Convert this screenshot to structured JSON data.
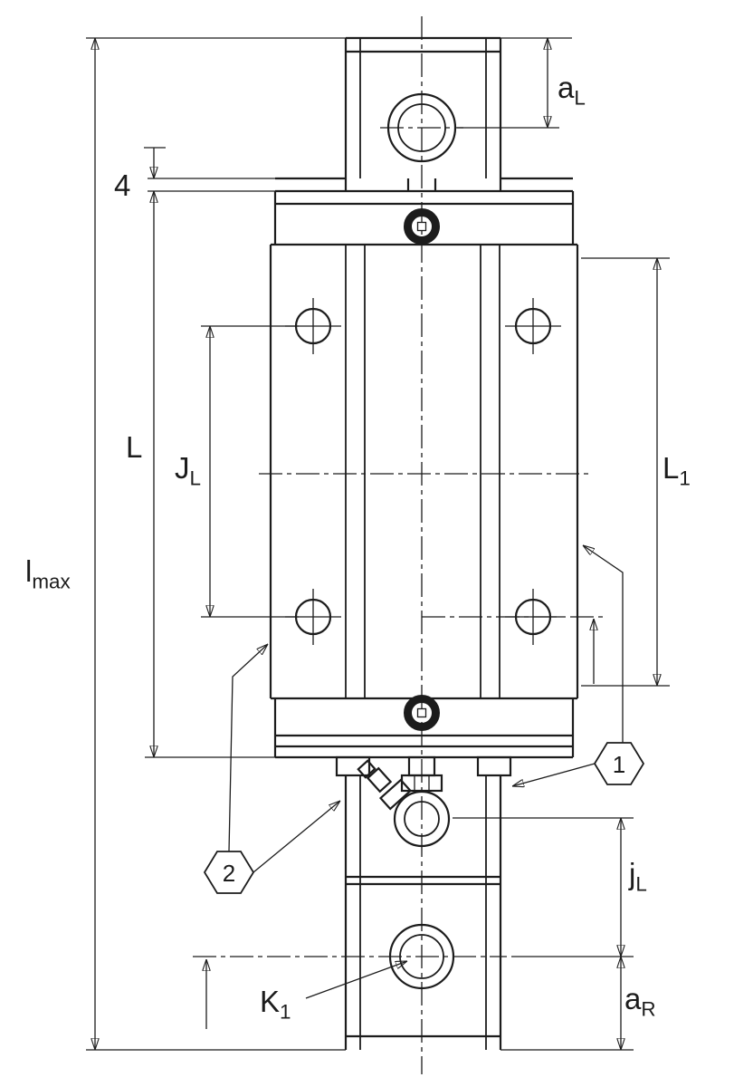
{
  "drawing": {
    "colors": {
      "ink": "#1c1c1c",
      "paper": "#ffffff"
    },
    "dimensions": {
      "l_max": {
        "main": "l",
        "sub": "max"
      },
      "a_L": {
        "main": "a",
        "sub": "L"
      },
      "plate": {
        "text": "4"
      },
      "L": {
        "text": "L"
      },
      "J_L": {
        "main": "J",
        "sub": "L"
      },
      "L_1": {
        "main": "L",
        "sub": "1"
      },
      "j_L": {
        "main": "j",
        "sub": "L"
      },
      "a_R": {
        "main": "a",
        "sub": "R"
      },
      "K_1": {
        "main": "K",
        "sub": "1"
      }
    },
    "callouts": {
      "item_1": "1",
      "item_2": "2"
    }
  }
}
